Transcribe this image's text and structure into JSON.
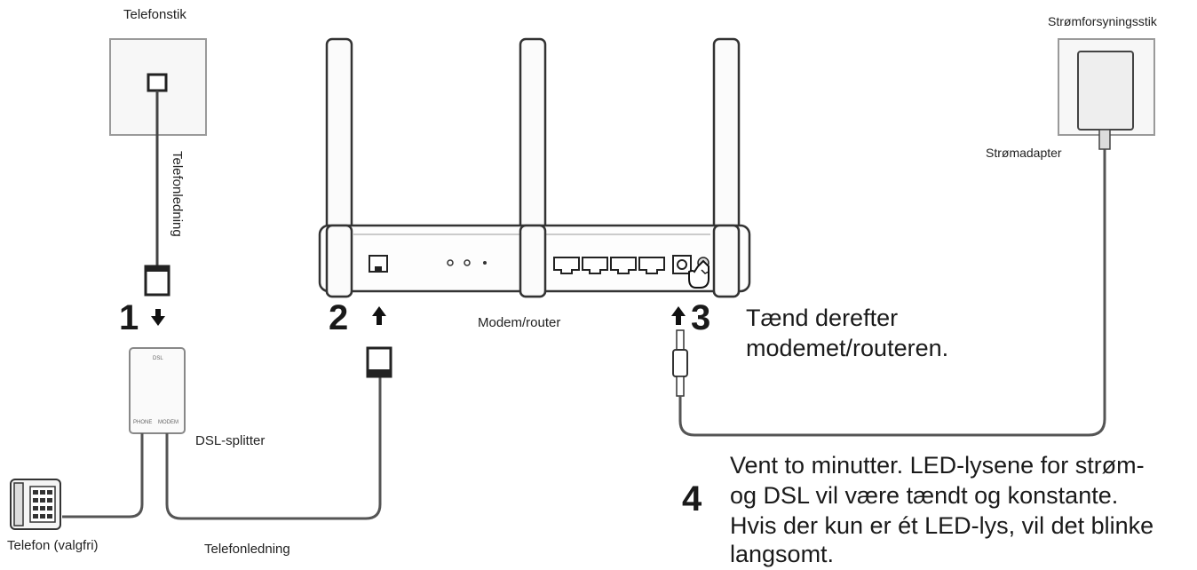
{
  "labels": {
    "wall_jack": "Telefonstik",
    "power_outlet": "Strømforsyningsstik",
    "power_adapter": "Strømadapter",
    "phone_cord_vertical": "Telefonledning",
    "phone_cord_bottom": "Telefonledning",
    "modem_router": "Modem/router",
    "dsl_splitter": "DSL-splitter",
    "telephone": "Telefon (valgfri)"
  },
  "steps": {
    "step1": "1",
    "step2": "2",
    "step3": "3",
    "step4": "4"
  },
  "instructions": {
    "step3_line1": "Tænd derefter",
    "step3_line2": "modemet/routeren.",
    "step4_line1": "Vent to minutter. LED-lysene for strøm-",
    "step4_line2": "og DSL vil være tændt og konstante.",
    "step4_line3": "Hvis der kun er ét LED-lys, vil det blinke",
    "step4_line4": "langsomt."
  },
  "icons": [
    "wall-jack-icon",
    "power-outlet-icon",
    "power-adapter-icon",
    "router-icon",
    "dsl-splitter-icon",
    "telephone-icon",
    "down-arrow-icon",
    "up-arrow-icon",
    "hand-pointer-icon"
  ]
}
